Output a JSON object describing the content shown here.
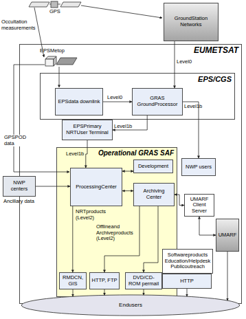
{
  "diagram": {
    "nodes": [
      {
        "text": [
          "GroundStation Networks"
        ]
      },
      {
        "text": [
          "EUMETSAT"
        ]
      },
      {
        "text": [
          "EPS/CGS"
        ],
        "in": 1
      },
      {
        "text": [
          "EPSdata downlink"
        ],
        "in": 2
      },
      {
        "text": [
          "GRAS GroundProcessor"
        ],
        "in": 2
      },
      {
        "text": [
          "EPSPrimary NRTUser Terminal"
        ],
        "in": 1
      },
      {
        "text": [
          "NWP users"
        ],
        "in": 1
      },
      {
        "text": [
          "Operational GRAS SAF"
        ],
        "in": 1
      },
      {
        "text": [
          "Development"
        ],
        "in": 7
      },
      {
        "text": [
          "ProcessingCenter"
        ],
        "in": 7
      },
      {
        "text": [
          "Archiving Center"
        ],
        "in": 7
      },
      {
        "text": [
          "RMDCN, GIS"
        ],
        "in": 7
      },
      {
        "text": [
          "HTTP, FTP"
        ],
        "in": 7
      },
      {
        "text": [
          "DVD/CD-ROM permail"
        ],
        "in": 7
      },
      {
        "text": [
          "Softwareproducts Education/Helpdesk Publicoutreach"
        ],
        "in": 1
      },
      {
        "text": [
          "HTTP"
        ],
        "in": 1
      },
      {
        "text": [
          "UMARF Client Server"
        ],
        "in": 1
      },
      {
        "text": [
          "UMARF"
        ],
        "in": 1
      },
      {
        "text": [
          "NWP centers"
        ]
      },
      {
        "text": [
          "Endusers"
        ]
      }
    ],
    "edges": [
      {
        "from": 3,
        "to": 4,
        "label": "Level0",
        "arrow": "to"
      },
      {
        "from": 0,
        "to": 4,
        "label": "Level0",
        "arrow": "to"
      },
      {
        "from": 4,
        "to": 6,
        "label": "Level1b",
        "arrow": "to"
      },
      {
        "from": 4,
        "to": 5,
        "label": "Level1b",
        "arrow": "to"
      },
      {
        "from": 5,
        "to": 9,
        "label": "Level1b",
        "arrow": "to"
      },
      {
        "from": 18,
        "to": 9,
        "label": "Ancillary data",
        "arrow": "to"
      },
      {
        "from": 9,
        "to": 8,
        "arrow": "both"
      },
      {
        "from": 9,
        "to": 10,
        "arrow": "both"
      },
      {
        "from": 10,
        "to": 16,
        "arrow": "both"
      },
      {
        "from": 16,
        "to": 17,
        "arrow": "both"
      },
      {
        "from": 9,
        "to": 11,
        "arrow": "to"
      },
      {
        "from": 10,
        "to": 12,
        "arrow": "to"
      },
      {
        "from": 10,
        "to": 13,
        "arrow": "to"
      },
      {
        "from": 11,
        "to": 19,
        "arrow": "to"
      },
      {
        "from": 12,
        "to": 19,
        "arrow": "to"
      },
      {
        "from": 13,
        "to": 19,
        "arrow": "to"
      },
      {
        "from": 15,
        "to": 19,
        "arrow": "to"
      },
      {
        "from": 17,
        "to": 19,
        "arrow": "to"
      }
    ],
    "labels": [
      "GPS",
      "Occultation measurements",
      "EPSMetop",
      "GPSPOD data",
      "NRTproducts (Level2)",
      "Offlineand Archiveproducts (Level2)"
    ]
  }
}
